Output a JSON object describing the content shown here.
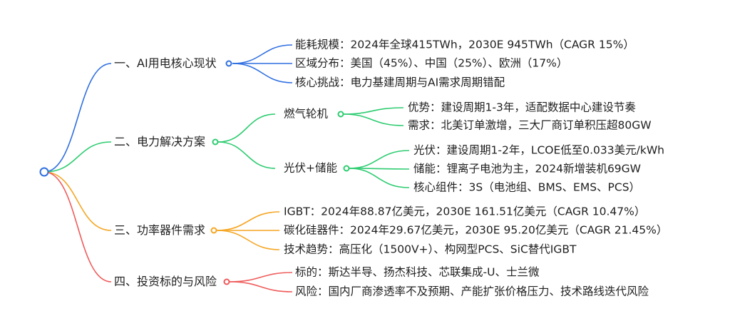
{
  "colors": {
    "blue": "#2f6fe0",
    "green": "#2ecc71",
    "orange": "#f5a623",
    "red": "#ef5b5b"
  },
  "mindmap": {
    "branches": [
      {
        "label": "一、AI用电核心现状",
        "color": "blue",
        "children": [
          {
            "label": "能耗规模：2024年全球415TWh，2030E 945TWh（CAGR 15%）"
          },
          {
            "label": "区域分布：美国（45%）、中国（25%）、欧洲（17%）"
          },
          {
            "label": "核心挑战：电力基建周期与AI需求周期错配"
          }
        ]
      },
      {
        "label": "二、电力解决方案",
        "color": "green",
        "children": [
          {
            "label": "燃气轮机",
            "children": [
              {
                "label": "优势：建设周期1-3年，适配数据中心建设节奏"
              },
              {
                "label": "需求：北美订单激增，三大厂商订单积压超80GW"
              }
            ]
          },
          {
            "label": "光伏+储能",
            "children": [
              {
                "label": "光伏：建设周期1-2年，LCOE低至0.033美元/kWh"
              },
              {
                "label": "储能：锂离子电池为主，2024新增装机69GW"
              },
              {
                "label": "核心组件：3S（电池组、BMS、EMS、PCS）"
              }
            ]
          }
        ]
      },
      {
        "label": "三、功率器件需求",
        "color": "orange",
        "children": [
          {
            "label": "IGBT：2024年88.87亿美元，2030E 161.51亿美元（CAGR 10.47%）"
          },
          {
            "label": "碳化硅器件：2024年29.67亿美元，2030E 95.20亿美元（CAGR 21.45%）"
          },
          {
            "label": "技术趋势：高压化（1500V+）、构网型PCS、SiC替代IGBT"
          }
        ]
      },
      {
        "label": "四、投资标的与风险",
        "color": "red",
        "children": [
          {
            "label": "标的：斯达半导、扬杰科技、芯联集成-U、士兰微"
          },
          {
            "label": "风险：国内厂商渗透率不及预期、产能扩张价格压力、技术路线迭代风险"
          }
        ]
      }
    ]
  }
}
